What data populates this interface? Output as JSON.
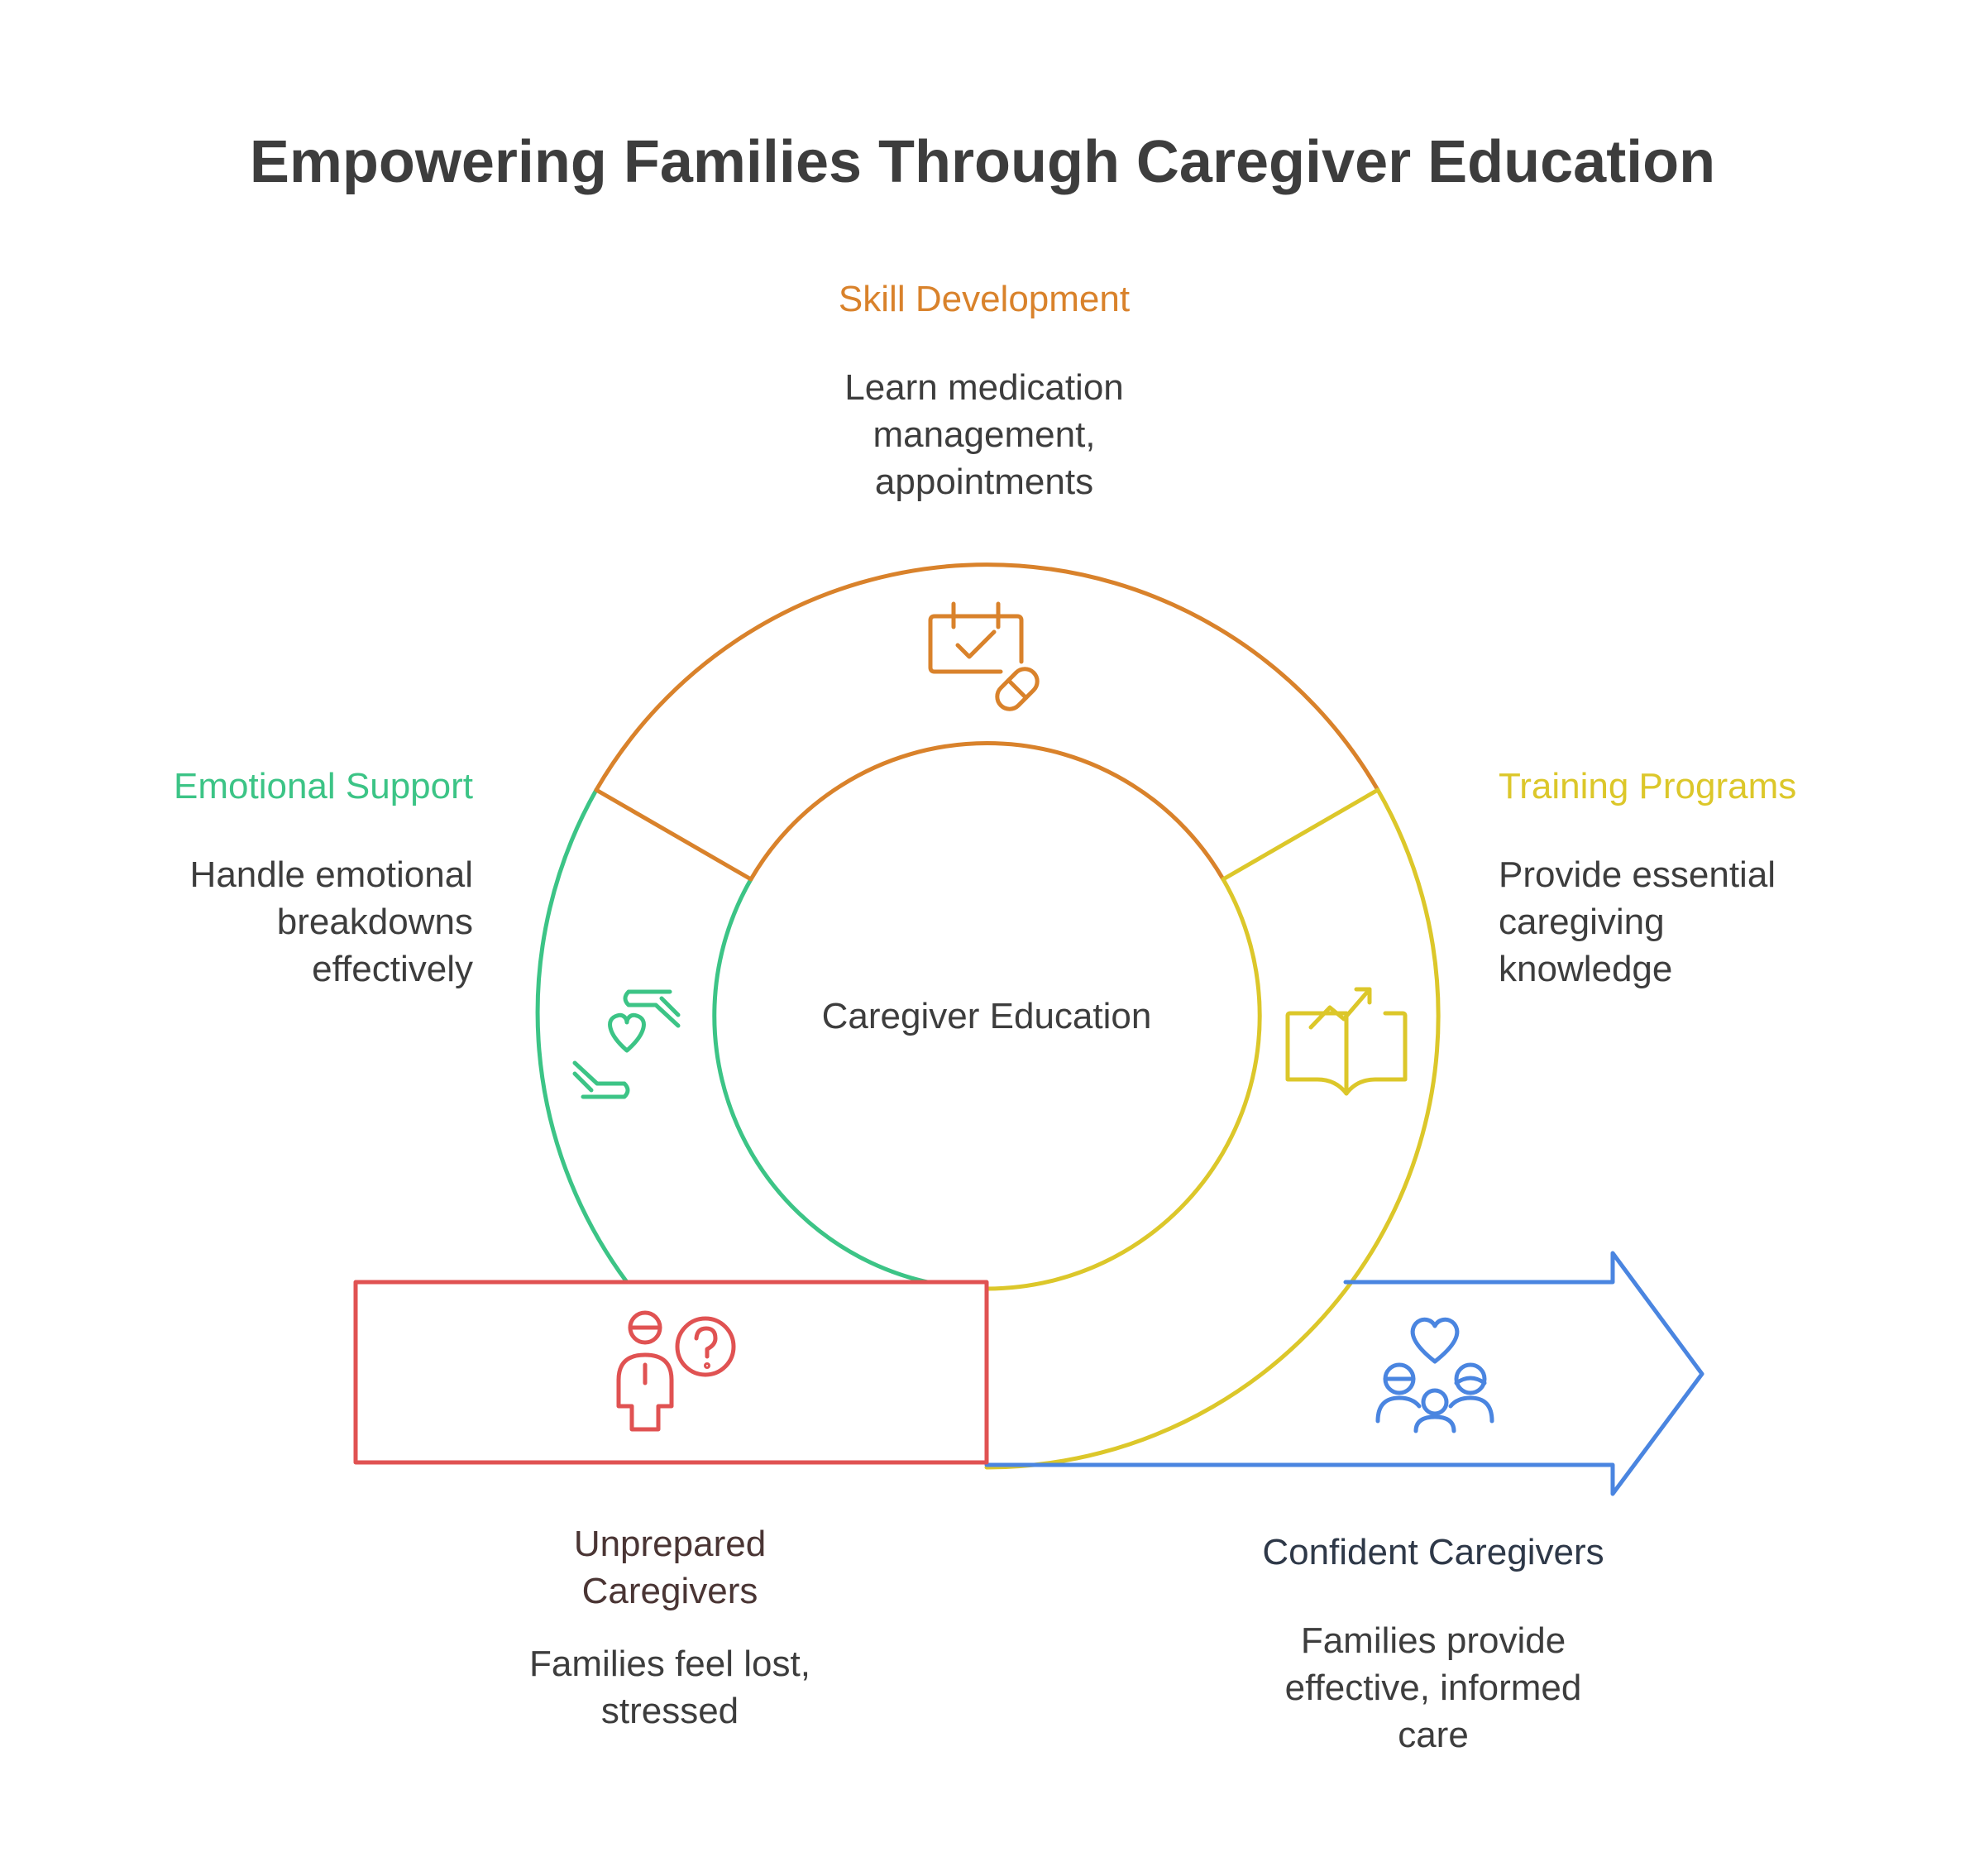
{
  "title": "Empowering Families Through Caregiver Education",
  "center": {
    "label": "Caregiver Education"
  },
  "segments": [
    {
      "key": "skill",
      "title": "Skill Development",
      "description": "Learn medication\nmanagement,\nappointments",
      "color": "#d9822b",
      "icon": "calendar-pill-icon"
    },
    {
      "key": "emotional",
      "title": "Emotional Support",
      "description": "Handle emotional\nbreakdowns\neffectively",
      "color": "#3cc486",
      "icon": "hands-heart-icon"
    },
    {
      "key": "training",
      "title": "Training Programs",
      "description": "Provide essential\ncaregiving\nknowledge",
      "color": "#dcc72a",
      "icon": "book-growth-icon"
    }
  ],
  "start": {
    "title": "Unprepared\nCaregivers",
    "description": "Families feel lost,\nstressed",
    "color": "#e05252",
    "title_color": "#4a3534",
    "icon": "confused-person-icon"
  },
  "end": {
    "title": "Confident Caregivers",
    "description": "Families provide\neffective, informed\ncare",
    "color": "#4a85e0",
    "title_color": "#2e3848",
    "icon": "family-heart-icon"
  }
}
